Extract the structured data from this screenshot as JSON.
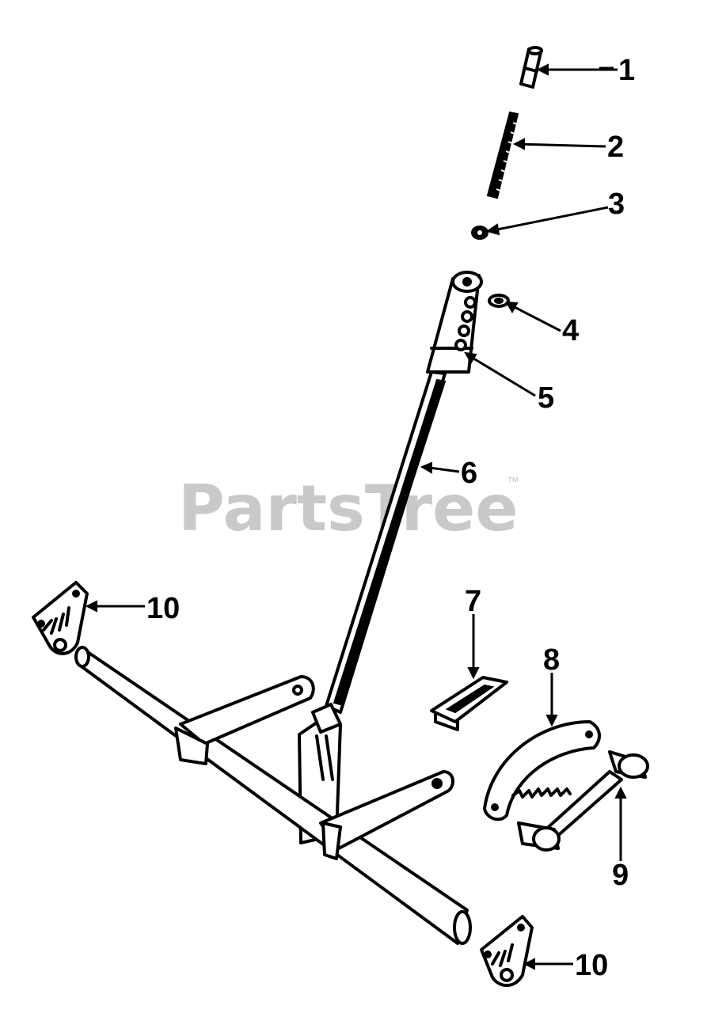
{
  "watermark": {
    "text": "PartsTree",
    "trademark": "™"
  },
  "callouts": [
    {
      "part": "1",
      "label": "1"
    },
    {
      "part": "2",
      "label": "2"
    },
    {
      "part": "3",
      "label": "3"
    },
    {
      "part": "4",
      "label": "4"
    },
    {
      "part": "5",
      "label": "5"
    },
    {
      "part": "6",
      "label": "6"
    },
    {
      "part": "7",
      "label": "7"
    },
    {
      "part": "8",
      "label": "8"
    },
    {
      "part": "9",
      "label": "9"
    },
    {
      "part": "10a",
      "label": "10"
    },
    {
      "part": "10b",
      "label": "10"
    }
  ]
}
